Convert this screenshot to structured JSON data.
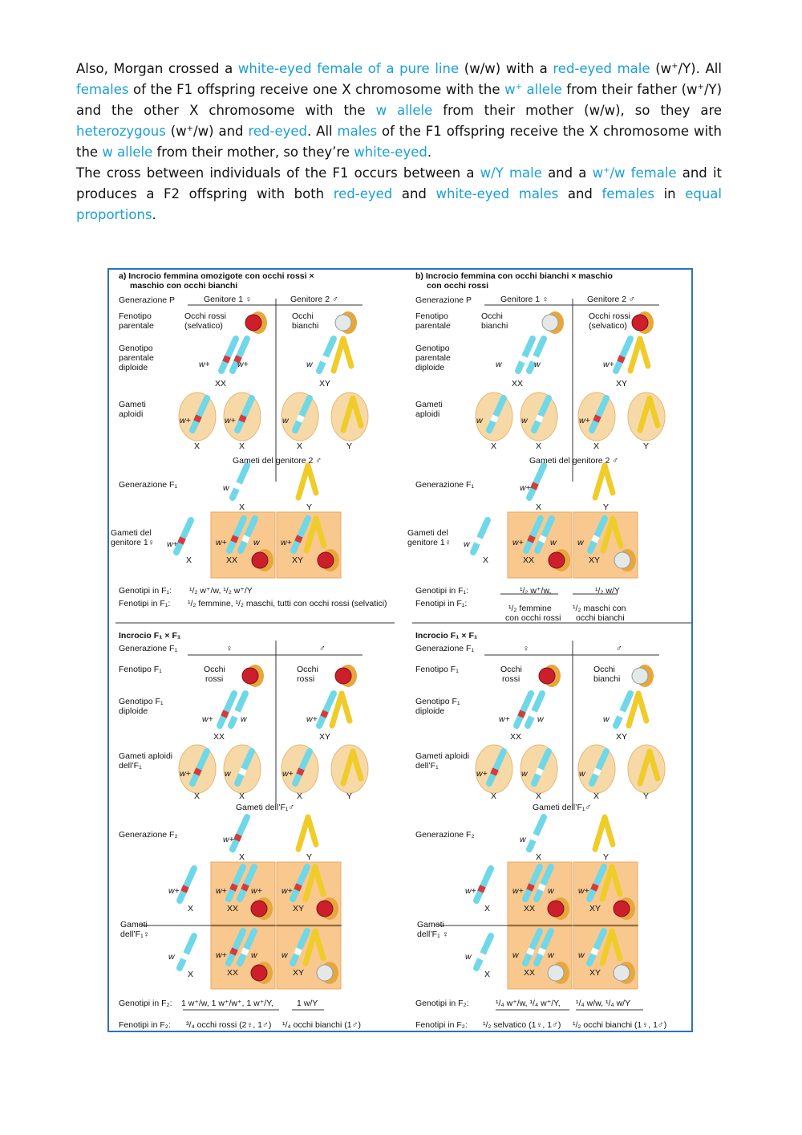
{
  "paragraph1": {
    "s1": "Also, Morgan crossed a ",
    "s2": "white-eyed female of a pure line",
    "s3": " (w/w) with a  ",
    "s4": "red-eyed male",
    "s5": " (w",
    "s5sup": "+",
    "s5b": "/Y). All ",
    "s6": "females",
    "s7": " of the F1 offspring receive one X chromosome with the ",
    "s8": "w",
    "s8sup": "+",
    "s8b": " allele",
    "s9": " from their father (w",
    "s9sup": "+",
    "s9b": "/Y) and the other X chromosome with the ",
    "s10": "w allele",
    "s11": " from their mother (w/w), so they are ",
    "s12": "heterozygous",
    "s13": " (w",
    "s13sup": "+",
    "s13b": "/w) and ",
    "s14": "red-eyed",
    "s15": ". All ",
    "s16": "males",
    "s17": " of the F1 offspring receive the X chromosome with the ",
    "s18": "w allele",
    "s19": " from their mother, so they’re ",
    "s20": "white-eyed",
    "s21": "."
  },
  "paragraph2": {
    "s1": "The cross between individuals of the F1 occurs between a ",
    "s2": "w/Y male",
    "s3": " and a ",
    "s4": "w",
    "s4sup": "+",
    "s4b": "/w female",
    "s5": " and it produces a F2 offspring with both ",
    "s6": "red-eyed",
    "s7": " and ",
    "s8": "white-eyed males",
    "s9": " and ",
    "s10": "females",
    "s11": " in ",
    "s12": "equal proportions",
    "s13": "."
  },
  "figure": {
    "a": {
      "title1": "a) Incrocio femmina omozigote con occhi rossi ×",
      "title2": "maschio con occhi bianchi",
      "gen_p": "Generazione P",
      "parent1": "Genitore 1 ♀",
      "parent2": "Genitore 2 ♂",
      "feno_par": [
        "Fenotipo",
        "parentale"
      ],
      "p1_pheno": [
        "Occhi rossi",
        "(selvatico)"
      ],
      "p2_pheno": [
        "Occhi",
        "bianchi"
      ],
      "geno_par": [
        "Genotipo",
        "parentale",
        "diploide"
      ],
      "p1_alleles": [
        "w+",
        "w+"
      ],
      "p2_allele": "w",
      "p1_xx": "XX",
      "p2_xy": "XY",
      "gameti": [
        "Gameti",
        "aploidi"
      ],
      "gam_labels": [
        "X",
        "X",
        "X",
        "Y"
      ],
      "gam_alleles": [
        "w+",
        "w+",
        "w"
      ],
      "gam_gen2": "Gameti del genitore 2 ♂",
      "gen_f1": "Generazione F₁",
      "f1_top_allele": "w",
      "f1_top_x": "X",
      "f1_top_y": "Y",
      "gam_gen1": [
        "Gameti del",
        "genitore 1♀"
      ],
      "left_allele": "w+",
      "left_x": "X",
      "cell1_alleles": [
        "w+",
        "w"
      ],
      "cell1_geno": "XX",
      "cell2_allele": "w+",
      "cell2_geno": "XY",
      "geno_f1_label": "Genotipi in F₁:",
      "geno_f1": "¹/₂ w⁺/w,  ¹/₂ w⁺/Y",
      "feno_f1_label": "Fenotipi in F₁:",
      "feno_f1": "¹/₂ femmine, ¹/₂ maschi, tutti con occhi rossi (selvatici)",
      "cross": "Incrocio F₁ × F₁",
      "gen_f1b": "Generazione F₁",
      "female": "♀",
      "male": "♂",
      "feno_f1b": "Fenotipo F₁",
      "f_pheno": [
        "Occhi",
        "rossi"
      ],
      "m_pheno": [
        "Occhi",
        "rossi"
      ],
      "geno_f1b": [
        "Genotipo F₁",
        "diploide"
      ],
      "f_alleles": [
        "w+",
        "w"
      ],
      "m_allele": "w+",
      "f_xx": "XX",
      "m_xy": "XY",
      "gam_f1": [
        "Gameti aploidi",
        "dell’F₁"
      ],
      "gam2_labels": [
        "X",
        "X",
        "X",
        "Y"
      ],
      "gam2_alleles": [
        "w+",
        "w",
        "w+"
      ],
      "gam_f1_male": "Gameti dell’F₁♂",
      "gen_f2": "Generazione F₂",
      "f2_top_allele": "w+",
      "f2_top_x": "X",
      "f2_top_y": "Y",
      "f2_left": [
        "w+",
        "w"
      ],
      "f2_left_x": [
        "X",
        "X"
      ],
      "gam_f1_female": [
        "Gameti",
        "dell’F₁♀"
      ],
      "cells": [
        {
          "alleles": [
            "w+",
            "w+"
          ],
          "geno": "XX"
        },
        {
          "alleles": [
            "w+"
          ],
          "geno": "XY"
        },
        {
          "alleles": [
            "w+",
            "w"
          ],
          "geno": "XX"
        },
        {
          "alleles": [
            "w"
          ],
          "geno": "XY"
        }
      ],
      "geno_f2_label": "Genotipi in F₂:",
      "geno_f2": "1 w⁺/w, 1 w⁺/w⁺, 1 w⁺/Y,",
      "geno_f2b": "1 w/Y",
      "feno_f2_label": "Fenotipi in F₂:",
      "feno_f2": "³/₄ occhi rossi (2♀, 1♂)",
      "feno_f2b": "¹/₄ occhi bianchi (1♂)"
    },
    "b": {
      "title1": "b) Incrocio femmina con occhi bianchi × maschio",
      "title2": "con occhi rossi",
      "gen_p": "Generazione P",
      "parent1": "Genitore 1 ♀",
      "parent2": "Genitore 2 ♂",
      "feno_par": [
        "Fenotipo",
        "parentale"
      ],
      "p1_pheno": [
        "Occhi",
        "bianchi"
      ],
      "p2_pheno": [
        "Occhi rossi",
        "(selvatico)"
      ],
      "geno_par": [
        "Genotipo",
        "parentale",
        "diploide"
      ],
      "p1_alleles": [
        "w",
        "w"
      ],
      "p2_allele": "w+",
      "p1_xx": "XX",
      "p2_xy": "XY",
      "gameti": [
        "Gameti",
        "aploidi"
      ],
      "gam_labels": [
        "X",
        "X",
        "X",
        "Y"
      ],
      "gam_alleles": [
        "w",
        "w",
        "w+"
      ],
      "gam_gen2": "Gameti del genitore 2 ♂",
      "gen_f1": "Generazione F₁",
      "f1_top_allele": "w+",
      "f1_top_x": "X",
      "f1_top_y": "Y",
      "gam_gen1": [
        "Gameti del",
        "genitore 1♀"
      ],
      "left_allele": "w",
      "left_x": "X",
      "cell1_alleles": [
        "w+",
        "w"
      ],
      "cell1_geno": "XX",
      "cell2_allele": "w",
      "cell2_geno": "XY",
      "geno_f1_label": "Genotipi in F₁:",
      "geno_f1a": "¹/₂ w⁺/w,",
      "geno_f1b": "¹/₂ w/Y",
      "feno_f1_label": "Fenotipi in F₁:",
      "feno_f1a": [
        "¹/₂ femmine",
        "con occhi rossi"
      ],
      "feno_f1b": [
        "¹/₂ maschi con",
        "occhi bianchi"
      ],
      "cross": "Incrocio F₁ × F₁",
      "gen_f1b": "Generazione F₁",
      "female": "♀",
      "male": "♂",
      "feno_f1bb": "Fenotipo F₁",
      "f_pheno": [
        "Occhi",
        "rossi"
      ],
      "m_pheno": [
        "Occhi",
        "bianchi"
      ],
      "geno_f1bb": [
        "Genotipo F₁",
        "diploide"
      ],
      "f_alleles": [
        "w+",
        "w"
      ],
      "m_allele": "w",
      "f_xx": "XX",
      "m_xy": "XY",
      "gam_f1": [
        "Gameti aploidi",
        "dell’F₁"
      ],
      "gam2_labels": [
        "X",
        "X",
        "X",
        "Y"
      ],
      "gam2_alleles": [
        "w+",
        "w",
        "w"
      ],
      "gam_f1_male": "Gameti dell’F₁♂",
      "gen_f2": "Generazione F₂",
      "f2_top_allele": "w",
      "f2_top_x": "X",
      "f2_top_y": "Y",
      "f2_left": [
        "w+",
        "w"
      ],
      "f2_left_x": [
        "X",
        "X"
      ],
      "gam_f1_female": [
        "Gameti",
        "dell’F₁ ♀"
      ],
      "cells": [
        {
          "alleles": [
            "w+",
            "w"
          ],
          "geno": "XX"
        },
        {
          "alleles": [
            "w+"
          ],
          "geno": "XY"
        },
        {
          "alleles": [
            "w",
            "w"
          ],
          "geno": "XX"
        },
        {
          "alleles": [
            "w"
          ],
          "geno": "XY"
        }
      ],
      "geno_f2_label": "Genotipi in F₂:",
      "geno_f2": "¹/₄ w⁺/w, ¹/₄ w⁺/Y,",
      "geno_f2b": "¹/₄ w/w, ¹/₄ w/Y",
      "feno_f2_label": "Fenotipi in F₂:",
      "feno_f2": "¹/₂ selvatico (1♀, 1♂)",
      "feno_f2b": "¹/₂ occhi bianchi (1♀, 1♂)"
    }
  }
}
